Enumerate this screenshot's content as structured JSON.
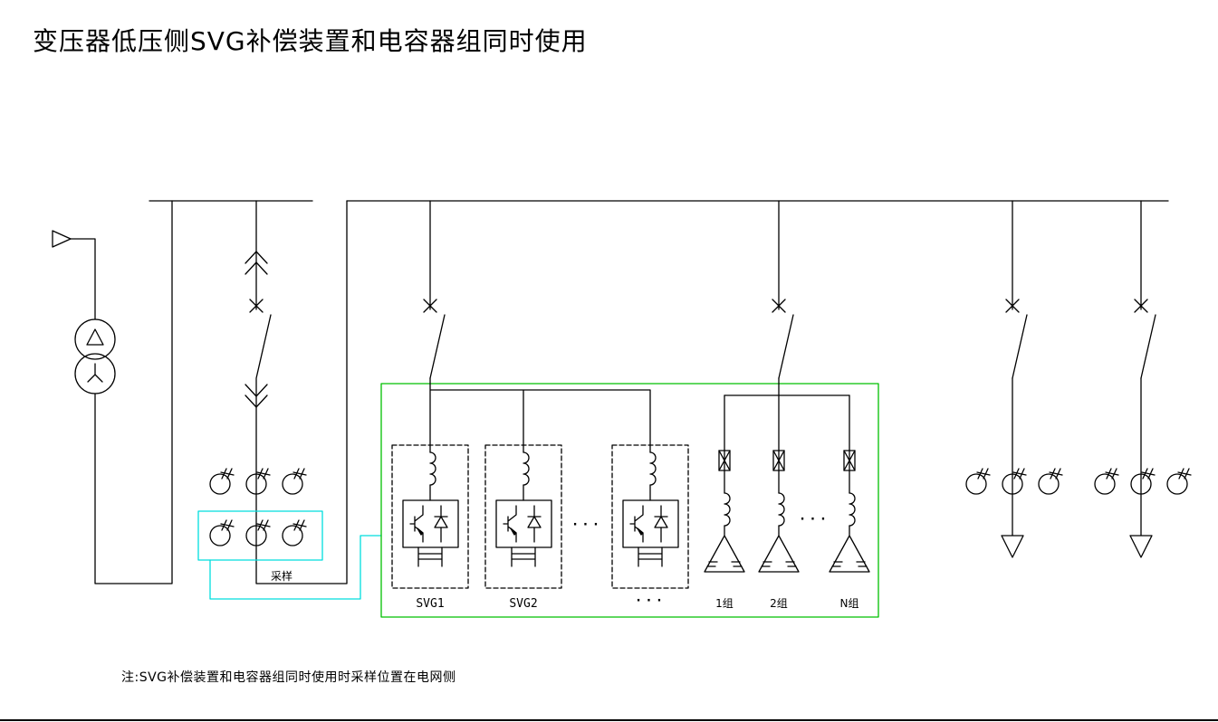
{
  "title": "变压器低压侧SVG补偿装置和电容器组同时使用",
  "note": "注:SVG补偿装置和电容器组同时使用时采样位置在电网侧",
  "labels": {
    "sampling": "采样",
    "module1": "SVG1",
    "module2": "SVG2",
    "module3_ellipsis": "···",
    "modules_gap_ellipsis": "···",
    "caps_gap_ellipsis": "···",
    "cap_group1": "1组",
    "cap_group2": "2组",
    "cap_groupN": "N组"
  },
  "colors": {
    "line": "#000000",
    "enclosure_green": "#00c000",
    "sampling_cyan": "#00dede",
    "background": "#ffffff"
  }
}
